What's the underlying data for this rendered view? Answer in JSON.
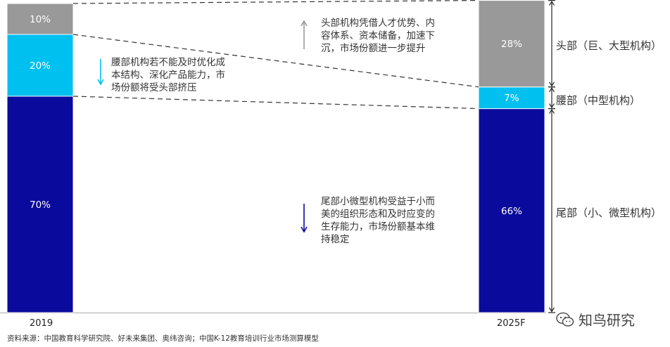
{
  "chart_data": {
    "type": "bar",
    "stacked": true,
    "categories": [
      "2019",
      "2025F"
    ],
    "series": [
      {
        "key": "tail",
        "values": [
          70,
          66
        ],
        "labels": [
          "70%",
          "66%"
        ],
        "color": "#0a0a9c"
      },
      {
        "key": "waist",
        "values": [
          20,
          7
        ],
        "labels": [
          "20%",
          "7%"
        ],
        "color": "#00c0ef"
      },
      {
        "key": "head",
        "values": [
          10,
          28
        ],
        "labels": [
          "10%",
          "28%"
        ],
        "color": "#999999"
      }
    ],
    "ylim": [
      0,
      100
    ],
    "segment_names": {
      "head": "头部（巨、大型机构）",
      "waist": "腰部（中型机构）",
      "tail": "尾部（小、微型机构）"
    },
    "annotations": {
      "head": "头部机构凭借人才优势、内容体系、资本储备，加速下沉，市场份额进一步提升",
      "waist": "腰部机构若不能及时优化成本结构、深化产品能力，市场份额将受头部挤压",
      "tail": "尾部小微型机构受益于小而美的组织形态和及时应变的生存能力，市场份额基本维持稳定"
    },
    "annotation_lines": {
      "head": [
        "头部机构凭借人才优势、内",
        "容体系、资本储备，加速下",
        "沉，市场份额进一步提升"
      ],
      "waist": [
        "腰部机构若不能及时优化成",
        "本结构、深化产品能力，市",
        "场份额将受头部挤压"
      ],
      "tail": [
        "尾部小微型机构受益于小而",
        "美的组织形态和及时应变的",
        "生存能力，市场份额基本维",
        "持稳定"
      ]
    },
    "arrow_colors": {
      "head": "#999999",
      "waist": "#00c0ef",
      "tail": "#0a0a9c"
    }
  },
  "source": "资料来源：中国教育科学研究院、好未来集团、奥纬咨询；中国K-12教育培训行业市场测算模型",
  "watermark": "知鸟研究"
}
